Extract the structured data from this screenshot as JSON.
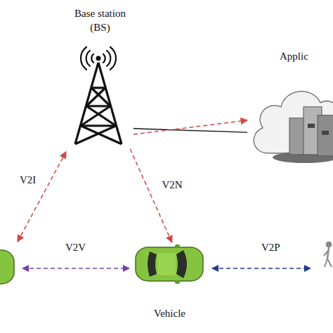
{
  "diagram": {
    "nodes": [
      {
        "text": [
          "Base station (BS)"
        ]
      },
      {
        "text": [
          "Applic"
        ]
      },
      {
        "text": [
          "Vehicle"
        ]
      }
    ],
    "edges": [
      {
        "from": 0,
        "to": 1,
        "arrow": "none"
      },
      {
        "from": 0,
        "to": 1,
        "arrow": "to"
      },
      {
        "from": 0,
        "to": 2,
        "label": "V2N",
        "arrow": "to"
      }
    ],
    "labels": [
      "V2I",
      "V2V",
      "V2P"
    ]
  }
}
